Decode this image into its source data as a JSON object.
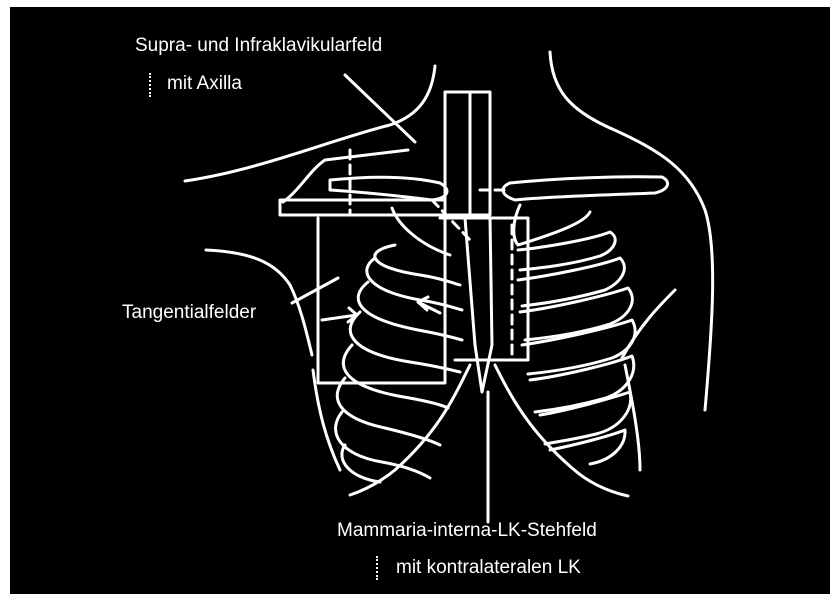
{
  "labels": {
    "supra": "Supra- und Infraklavikularfeld",
    "supra_sub": "mit Axilla",
    "tangential": "Tangentialfelder",
    "mammaria": "Mammaria-interna-LK-Stehfeld",
    "mammaria_sub": "mit kontralateralen LK"
  },
  "colors": {
    "background": "#000000",
    "line": "#ffffff"
  }
}
